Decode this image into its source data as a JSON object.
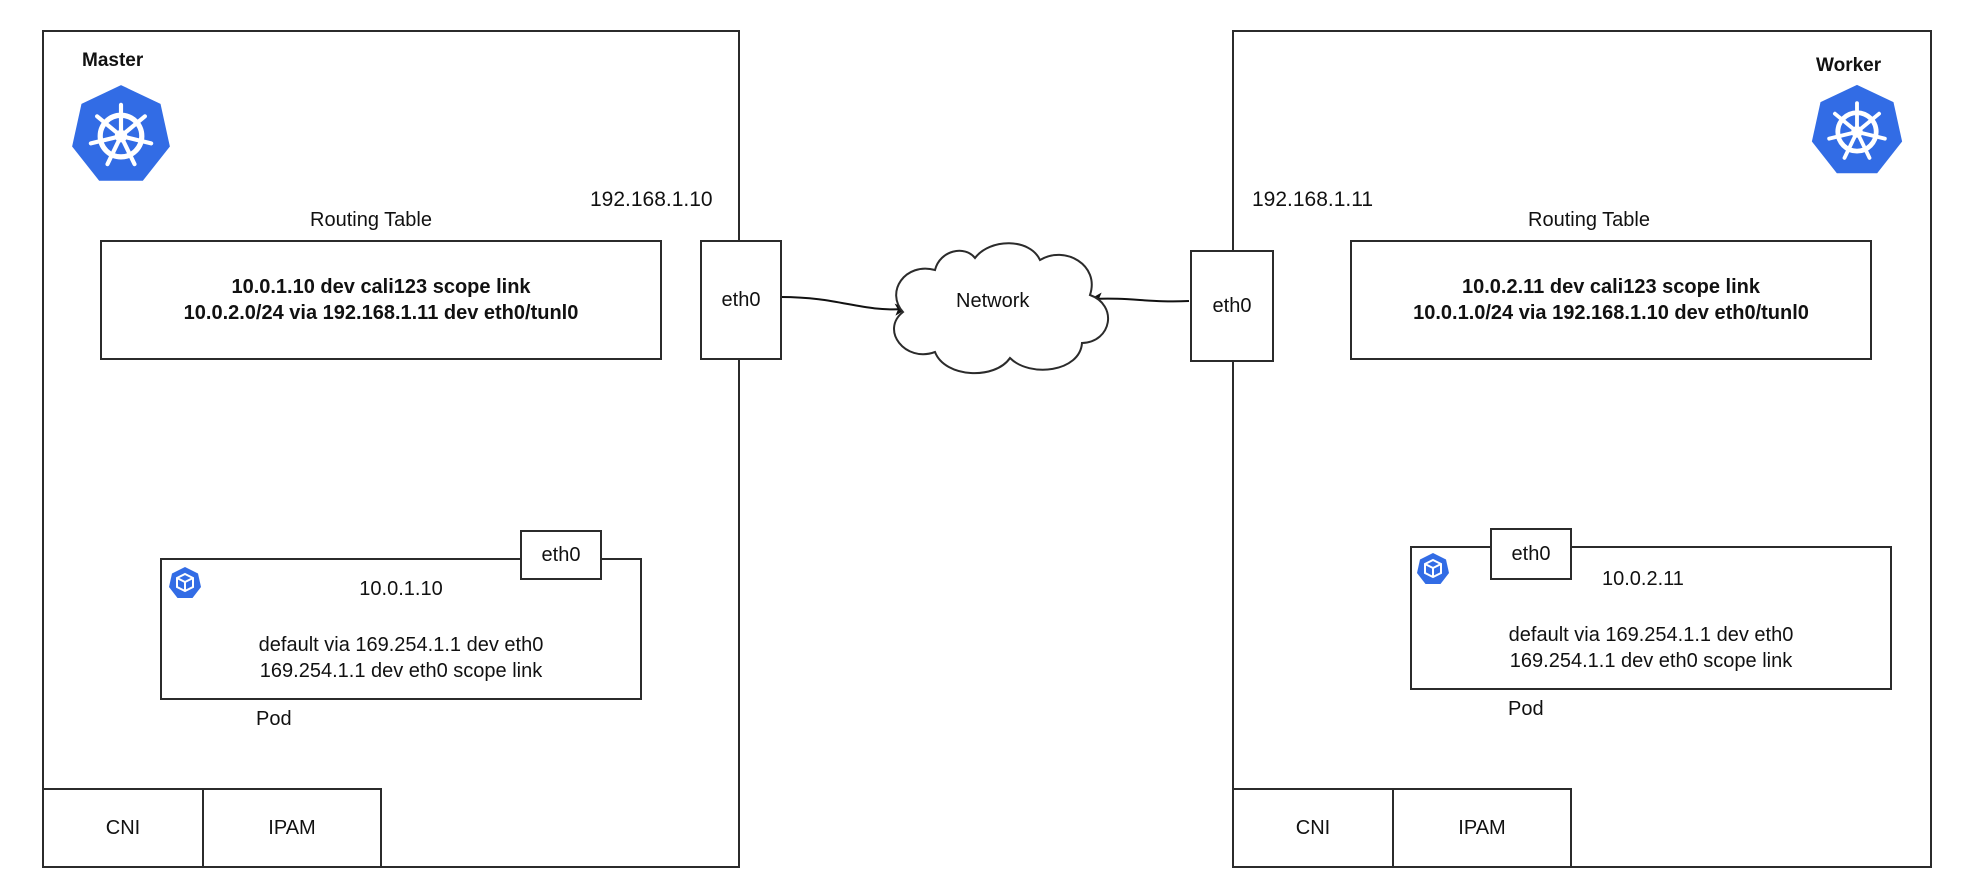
{
  "master": {
    "title": "Master",
    "node_ip": "192.168.1.10",
    "routing_table_title": "Routing Table",
    "routes": [
      "10.0.1.10 dev cali123 scope link",
      "10.0.2.0/24 via 192.168.1.11 dev eth0/tunl0"
    ],
    "nic": "eth0",
    "pod": {
      "ip": "10.0.1.10",
      "nic": "eth0",
      "routes": [
        "default via 169.254.1.1 dev eth0",
        "169.254.1.1 dev eth0 scope link"
      ],
      "label": "Pod"
    },
    "plugins": [
      "CNI",
      "IPAM"
    ]
  },
  "worker": {
    "title": "Worker",
    "node_ip": "192.168.1.11",
    "routing_table_title": "Routing Table",
    "routes": [
      "10.0.2.11 dev cali123 scope link",
      "10.0.1.0/24 via 192.168.1.10 dev eth0/tunl0"
    ],
    "nic": "eth0",
    "pod": {
      "ip": "10.0.2.11",
      "nic": "eth0",
      "routes": [
        "default via 169.254.1.1 dev eth0",
        "169.254.1.1 dev eth0 scope link"
      ],
      "label": "Pod"
    },
    "plugins": [
      "CNI",
      "IPAM"
    ]
  },
  "network": {
    "label": "Network"
  },
  "colors": {
    "kube_blue": "#326ce5",
    "border": "#2b2b2b"
  },
  "icons": {
    "node": "kubernetes-helm-icon",
    "pod": "kubernetes-cube-icon"
  }
}
